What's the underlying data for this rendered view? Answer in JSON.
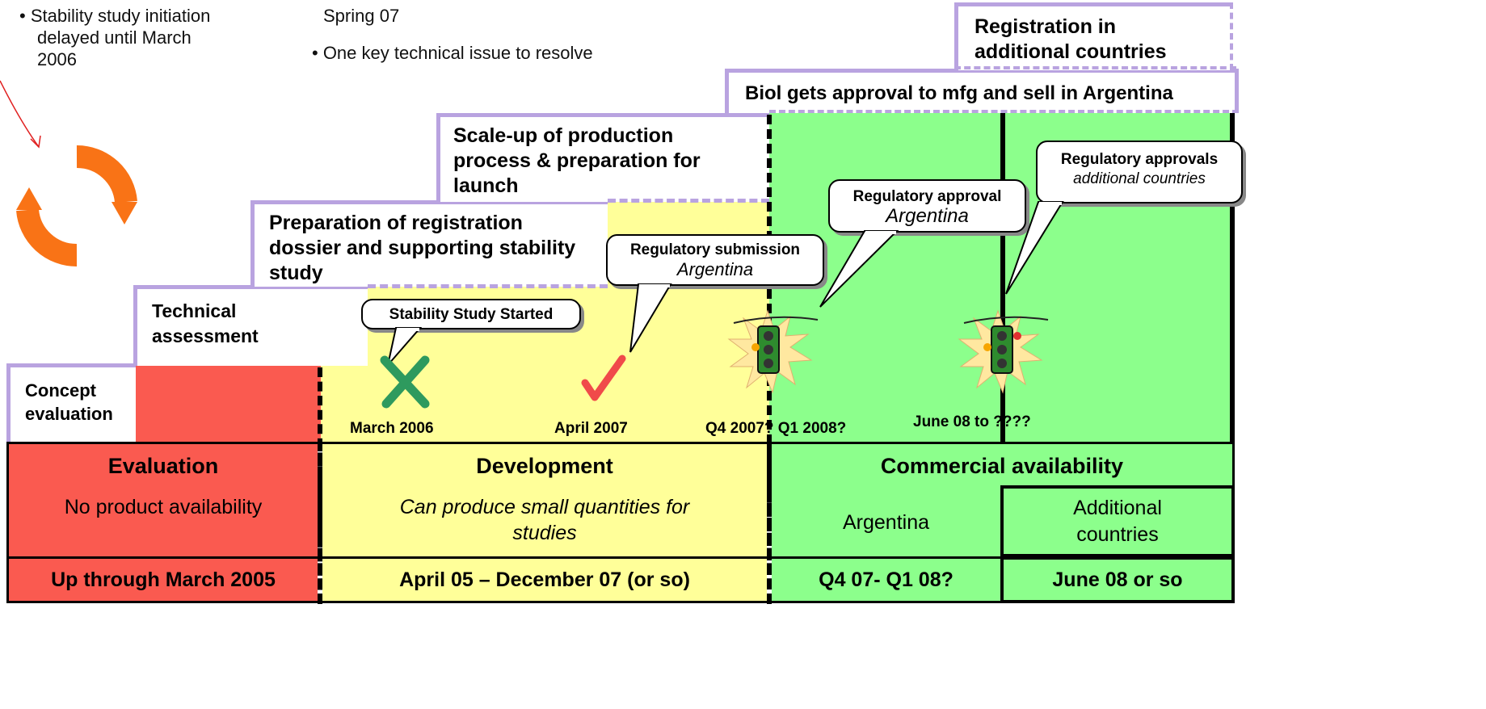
{
  "notes": {
    "left": [
      "• Stability study initiation",
      "delayed until March",
      "2006"
    ],
    "middle_top": "Spring 07",
    "middle_bullet": "• One key technical issue to resolve"
  },
  "steps": {
    "concept": [
      "Concept",
      "evaluation"
    ],
    "technical": [
      "Technical",
      "assessment"
    ],
    "registration_prep": [
      "Preparation of registration",
      "dossier and supporting stability",
      "study"
    ],
    "scaleup": [
      "Scale-up of production",
      "process & preparation for",
      "launch"
    ],
    "biol_approval": "Biol gets approval to mfg and sell in Argentina",
    "additional_reg": [
      "Registration in",
      "additional countries"
    ]
  },
  "callouts": {
    "stability": "Stability Study Started",
    "submission_bold": "Regulatory submission",
    "submission_italic": "Argentina",
    "approval_bold": "Regulatory approval",
    "approval_italic": "Argentina",
    "approvals_bold": "Regulatory approvals",
    "approvals_italic": "additional countries"
  },
  "timeline": {
    "march": "March 2006",
    "april": "April 2007",
    "q4": "Q4 2007? Q1 2008?",
    "june": "June 08 to ????"
  },
  "table": {
    "headers": [
      "Evaluation",
      "Development",
      "Commercial availability"
    ],
    "availability": [
      "No product availability",
      "Can produce small quantities for studies",
      "Argentina",
      "Additional countries"
    ],
    "dates": [
      "Up through March 2005",
      "April 05 – December 07 (or so)",
      "Q4 07- Q1 08?",
      "June 08 or so"
    ]
  },
  "colors": {
    "red": "#fa5a50",
    "yellow": "#ffff99",
    "green": "#8cff8c",
    "step_border": "#b9a3e0",
    "cycle_icon": "#f97316"
  }
}
